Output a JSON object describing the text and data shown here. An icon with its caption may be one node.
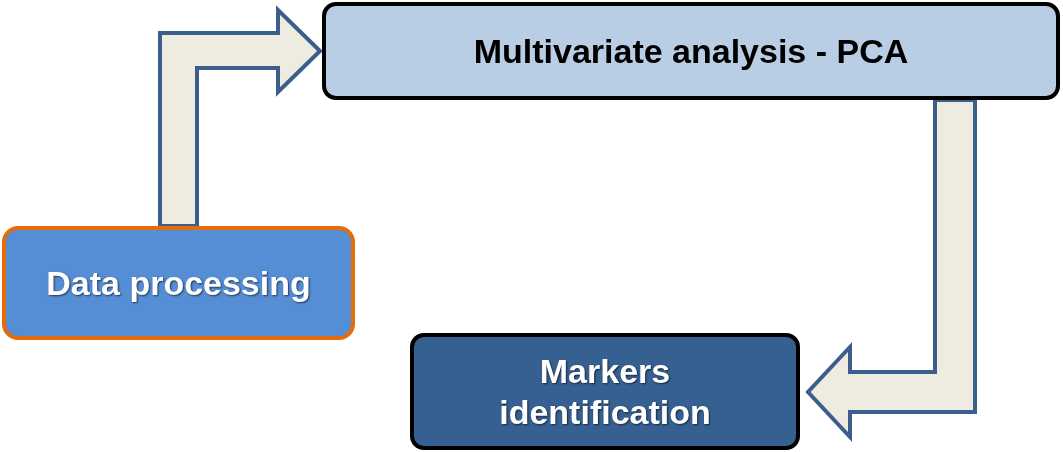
{
  "diagram": {
    "nodes": [
      {
        "text": [
          "Data processing"
        ]
      },
      {
        "text": [
          "Multivariate analysis - PCA"
        ]
      },
      {
        "text": [
          "Markers identification"
        ]
      }
    ],
    "edges": [
      {
        "from": 0,
        "to": 1,
        "arrow": "to"
      },
      {
        "from": 1,
        "to": 2,
        "arrow": "to"
      }
    ]
  }
}
